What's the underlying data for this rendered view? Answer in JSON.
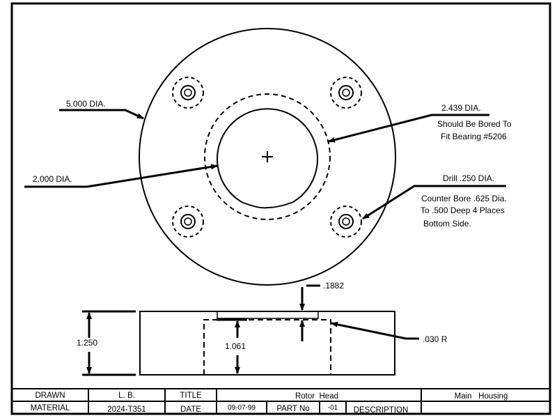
{
  "top_view": {
    "outer_dia": "5.000 DIA.",
    "bore_dia": "2.000 DIA.",
    "bearing_dia": "2.439 DIA.",
    "bearing_note_1": "Should Be Bored To",
    "bearing_note_2": "Fit Bearing #5206",
    "drill_dia": "Drill .250 DIA.",
    "drill_note_1": "Counter Bore .625 Dia.",
    "drill_note_2": "To .500 Deep 4 Places",
    "drill_note_3": "Bottom Side."
  },
  "side_view": {
    "height": "1.250",
    "inner_height": "1.061",
    "step": ".1882",
    "radius": ".030 R"
  },
  "title_block": {
    "drawn_label": "DRAWN",
    "drawn_value": "L. B.",
    "title_label": "TITLE",
    "title_value": "Rotor  Head",
    "main_value": "Main   Housing",
    "material_label": "MATERIAL",
    "material_value": "2024-T351",
    "date_label": "DATE",
    "date_value": "09-07-99",
    "part_label": "PART No",
    "part_value": "-01",
    "description_label": "DESCRIPTION"
  }
}
